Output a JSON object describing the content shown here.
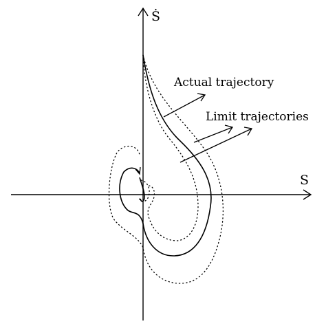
{
  "axes": {
    "x_label": "S",
    "y_label": "Ṡ"
  },
  "labels": {
    "actual": "Actual trajectory",
    "limit": "Limit trajectories"
  }
}
